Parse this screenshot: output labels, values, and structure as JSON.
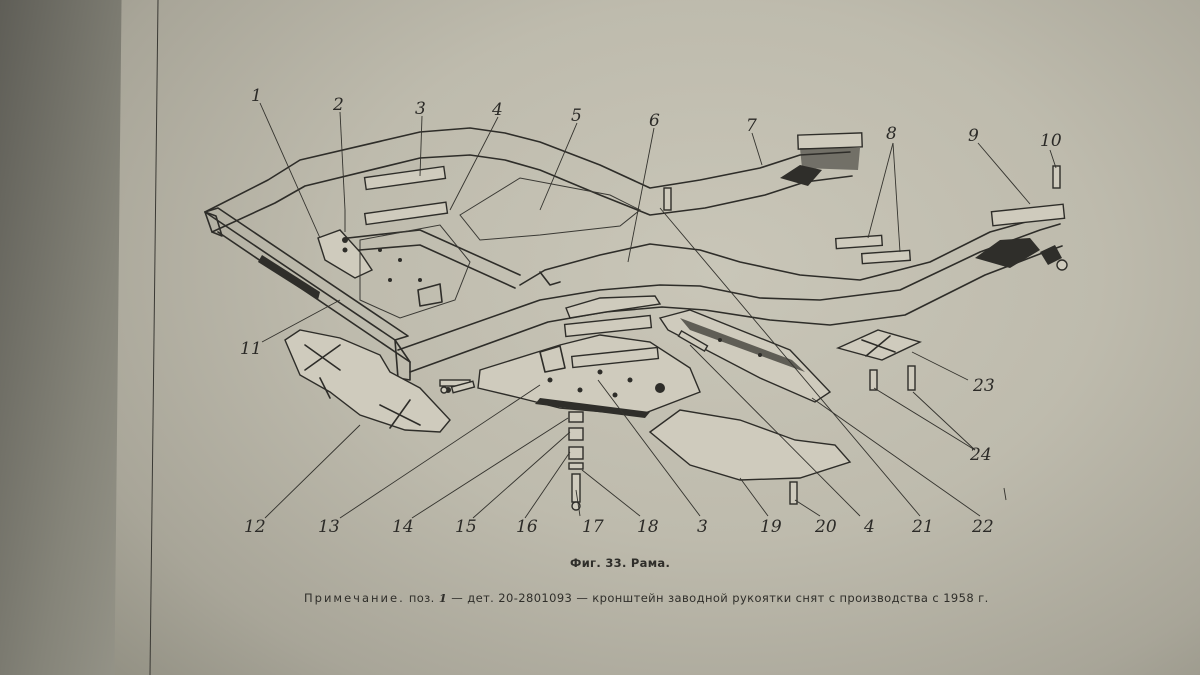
{
  "figure": {
    "caption": "Фиг. 33. Рама.",
    "note": {
      "label": "Примечание.",
      "prefix": "поз.",
      "position": "1",
      "text": "— дет. 20-2801093 — кронштейн заводной рукоятки снят с производства с 1958 г."
    }
  },
  "callouts": {
    "n1": "1",
    "n2": "2",
    "n3_top": "3",
    "n4_top": "4",
    "n5": "5",
    "n6": "6",
    "n7": "7",
    "n8": "8",
    "n9": "9",
    "n10": "10",
    "n11": "11",
    "n12": "12",
    "n13": "13",
    "n14": "14",
    "n15": "15",
    "n16": "16",
    "n17": "17",
    "n18": "18",
    "n3_bottom": "3",
    "n19": "19",
    "n20": "20",
    "n4_bottom": "4",
    "n21": "21",
    "n22": "22",
    "n23": "23",
    "n24": "24"
  }
}
